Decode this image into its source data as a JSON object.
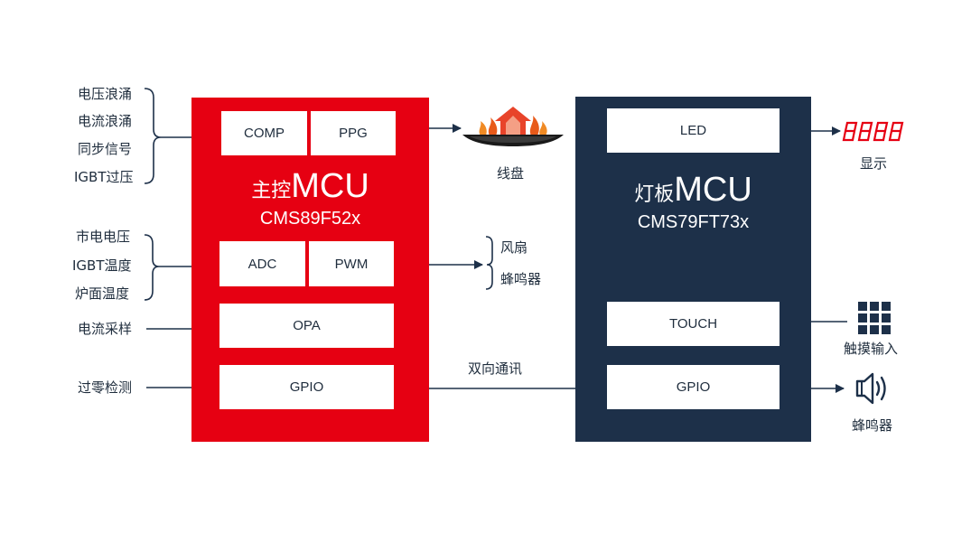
{
  "colors": {
    "main_block": "#e60012",
    "panel_block": "#1d3049",
    "line": "#1d3049",
    "module_bg": "#ffffff",
    "display_red": "#e60012"
  },
  "main_mcu": {
    "title_cn": "主控",
    "title_mcu": "MCU",
    "part": "CMS89F52x",
    "modules": {
      "comp": "COMP",
      "ppg": "PPG",
      "adc": "ADC",
      "pwm": "PWM",
      "opa": "OPA",
      "gpio": "GPIO"
    }
  },
  "panel_mcu": {
    "title_cn": "灯板",
    "title_mcu": "MCU",
    "part": "CMS79FT73x",
    "modules": {
      "led": "LED",
      "touch": "TOUCH",
      "gpio": "GPIO"
    }
  },
  "inputs": {
    "group1": [
      "电压浪涌",
      "电流浪涌",
      "同步信号",
      "IGBT过压"
    ],
    "group2": [
      "市电电压",
      "IGBT温度",
      "炉面温度"
    ],
    "current_sample": "电流采样",
    "zero_cross": "过零检测"
  },
  "outputs": {
    "coil": "线盘",
    "fan": "风扇",
    "buzzer_main": "蜂鸣器",
    "comm": "双向通讯",
    "display": "显示",
    "touch_input": "触摸输入",
    "buzzer_panel": "蜂鸣器"
  },
  "icons": {
    "coil": "induction-coil-flame-icon",
    "display": "seven-segment-display-icon",
    "touch": "keypad-grid-icon",
    "buzzer": "speaker-icon"
  }
}
